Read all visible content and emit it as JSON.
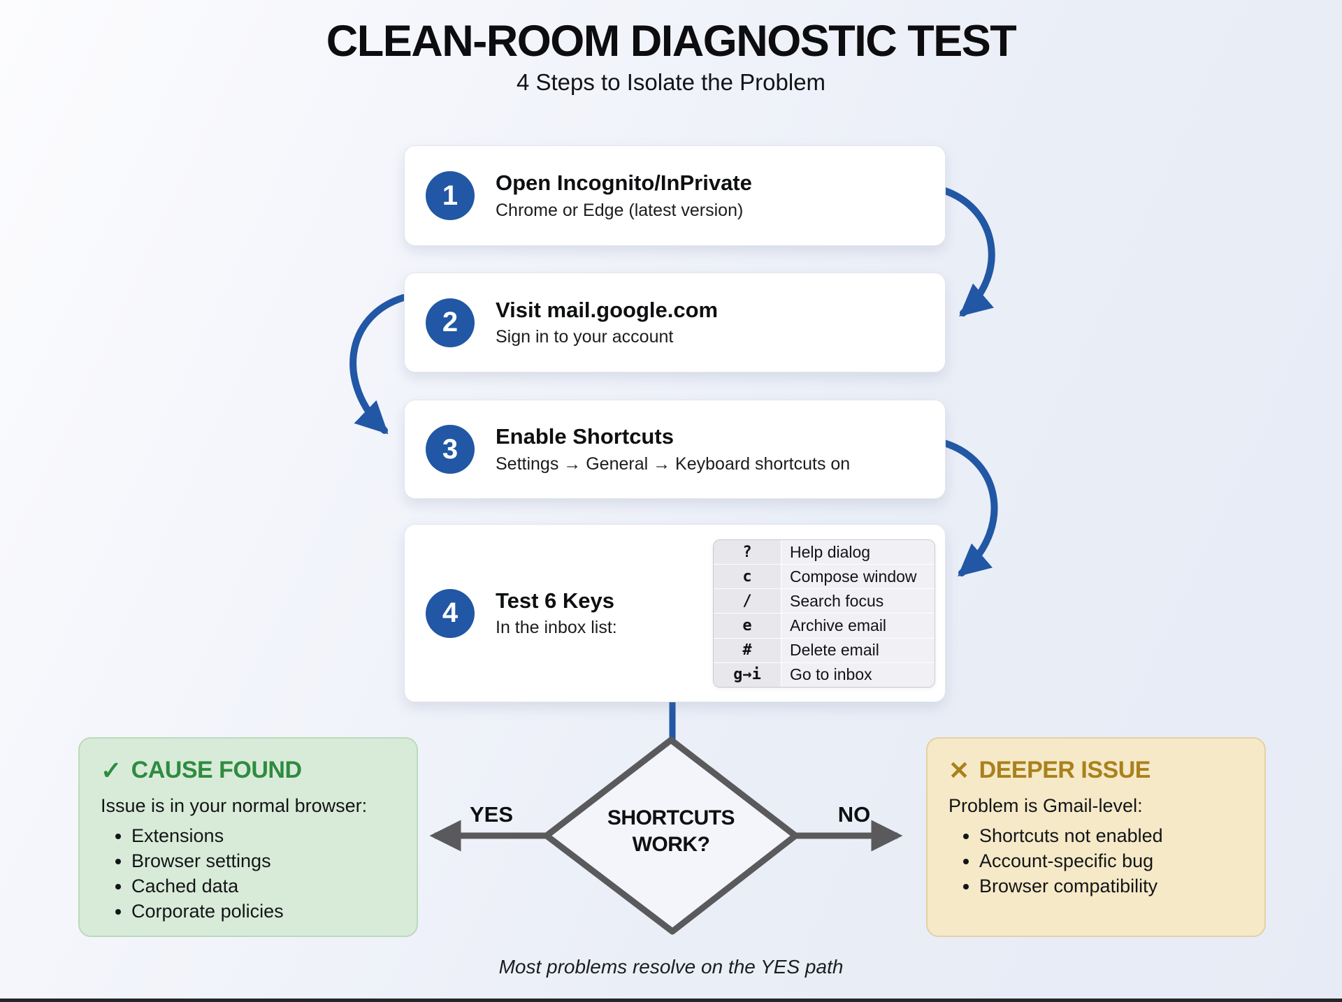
{
  "title": "CLEAN-ROOM DIAGNOSTIC TEST",
  "subtitle": "4 Steps to Isolate the Problem",
  "steps": [
    {
      "number": "1",
      "title": "Open Incognito/InPrivate",
      "subtitle": "Chrome or Edge (latest version)"
    },
    {
      "number": "2",
      "title": "Visit mail.google.com",
      "subtitle": "Sign in to your account"
    },
    {
      "number": "3",
      "title": "Enable Shortcuts",
      "subtitle": "Settings → General → Keyboard shortcuts on"
    },
    {
      "number": "4",
      "title": "Test 6 Keys",
      "subtitle": "In the inbox list:"
    }
  ],
  "shortcut_table": {
    "rows": [
      {
        "key": "?",
        "action": "Help dialog"
      },
      {
        "key": "c",
        "action": "Compose window"
      },
      {
        "key": "/",
        "action": "Search focus"
      },
      {
        "key": "e",
        "action": "Archive email"
      },
      {
        "key": "#",
        "action": "Delete email"
      },
      {
        "key": "g→i",
        "action": "Go to inbox"
      }
    ]
  },
  "decision": {
    "question_line1": "SHORTCUTS",
    "question_line2": "WORK?",
    "yes_label": "YES",
    "no_label": "NO"
  },
  "outcomes": {
    "yes": {
      "icon": "✓",
      "heading": "CAUSE FOUND",
      "lead": "Issue is in your normal browser:",
      "bullets": [
        "Extensions",
        "Browser settings",
        "Cached data",
        "Corporate policies"
      ]
    },
    "no": {
      "icon": "✕",
      "heading": "DEEPER ISSUE",
      "lead": "Problem is Gmail-level:",
      "bullets": [
        "Shortcuts not enabled",
        "Account-specific bug",
        "Browser compatibility"
      ]
    }
  },
  "footnote": "Most problems resolve on the YES path",
  "colors": {
    "accent_blue": "#2157a4",
    "connector_gray": "#5a5a5c",
    "green_heading": "#2e8b40",
    "gold_heading": "#a9811c"
  }
}
